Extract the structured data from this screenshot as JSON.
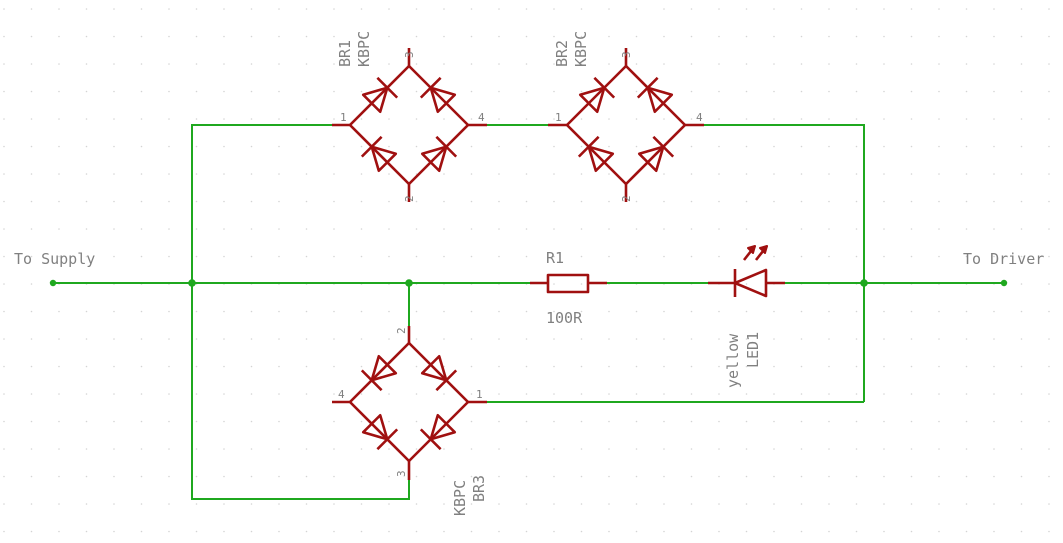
{
  "title": "",
  "grid": true,
  "colors": {
    "wire": "#1fa81f",
    "symbol": "#a01010",
    "text": "#808080",
    "grid": "#d4d4d4"
  },
  "nets": {
    "supply": "To Supply",
    "driver": "To Driver"
  },
  "components": {
    "br1": {
      "name": "BR1",
      "value": "KBPC",
      "pins": [
        "1",
        "2",
        "3",
        "4"
      ]
    },
    "br2": {
      "name": "BR2",
      "value": "KBPC",
      "pins": [
        "1",
        "2",
        "3",
        "4"
      ]
    },
    "br3": {
      "name": "BR3",
      "value": "KBPC",
      "pins": [
        "1",
        "2",
        "3",
        "4"
      ]
    },
    "r1": {
      "name": "R1",
      "value": "100R"
    },
    "led1": {
      "name": "LED1",
      "value": "yellow"
    }
  }
}
